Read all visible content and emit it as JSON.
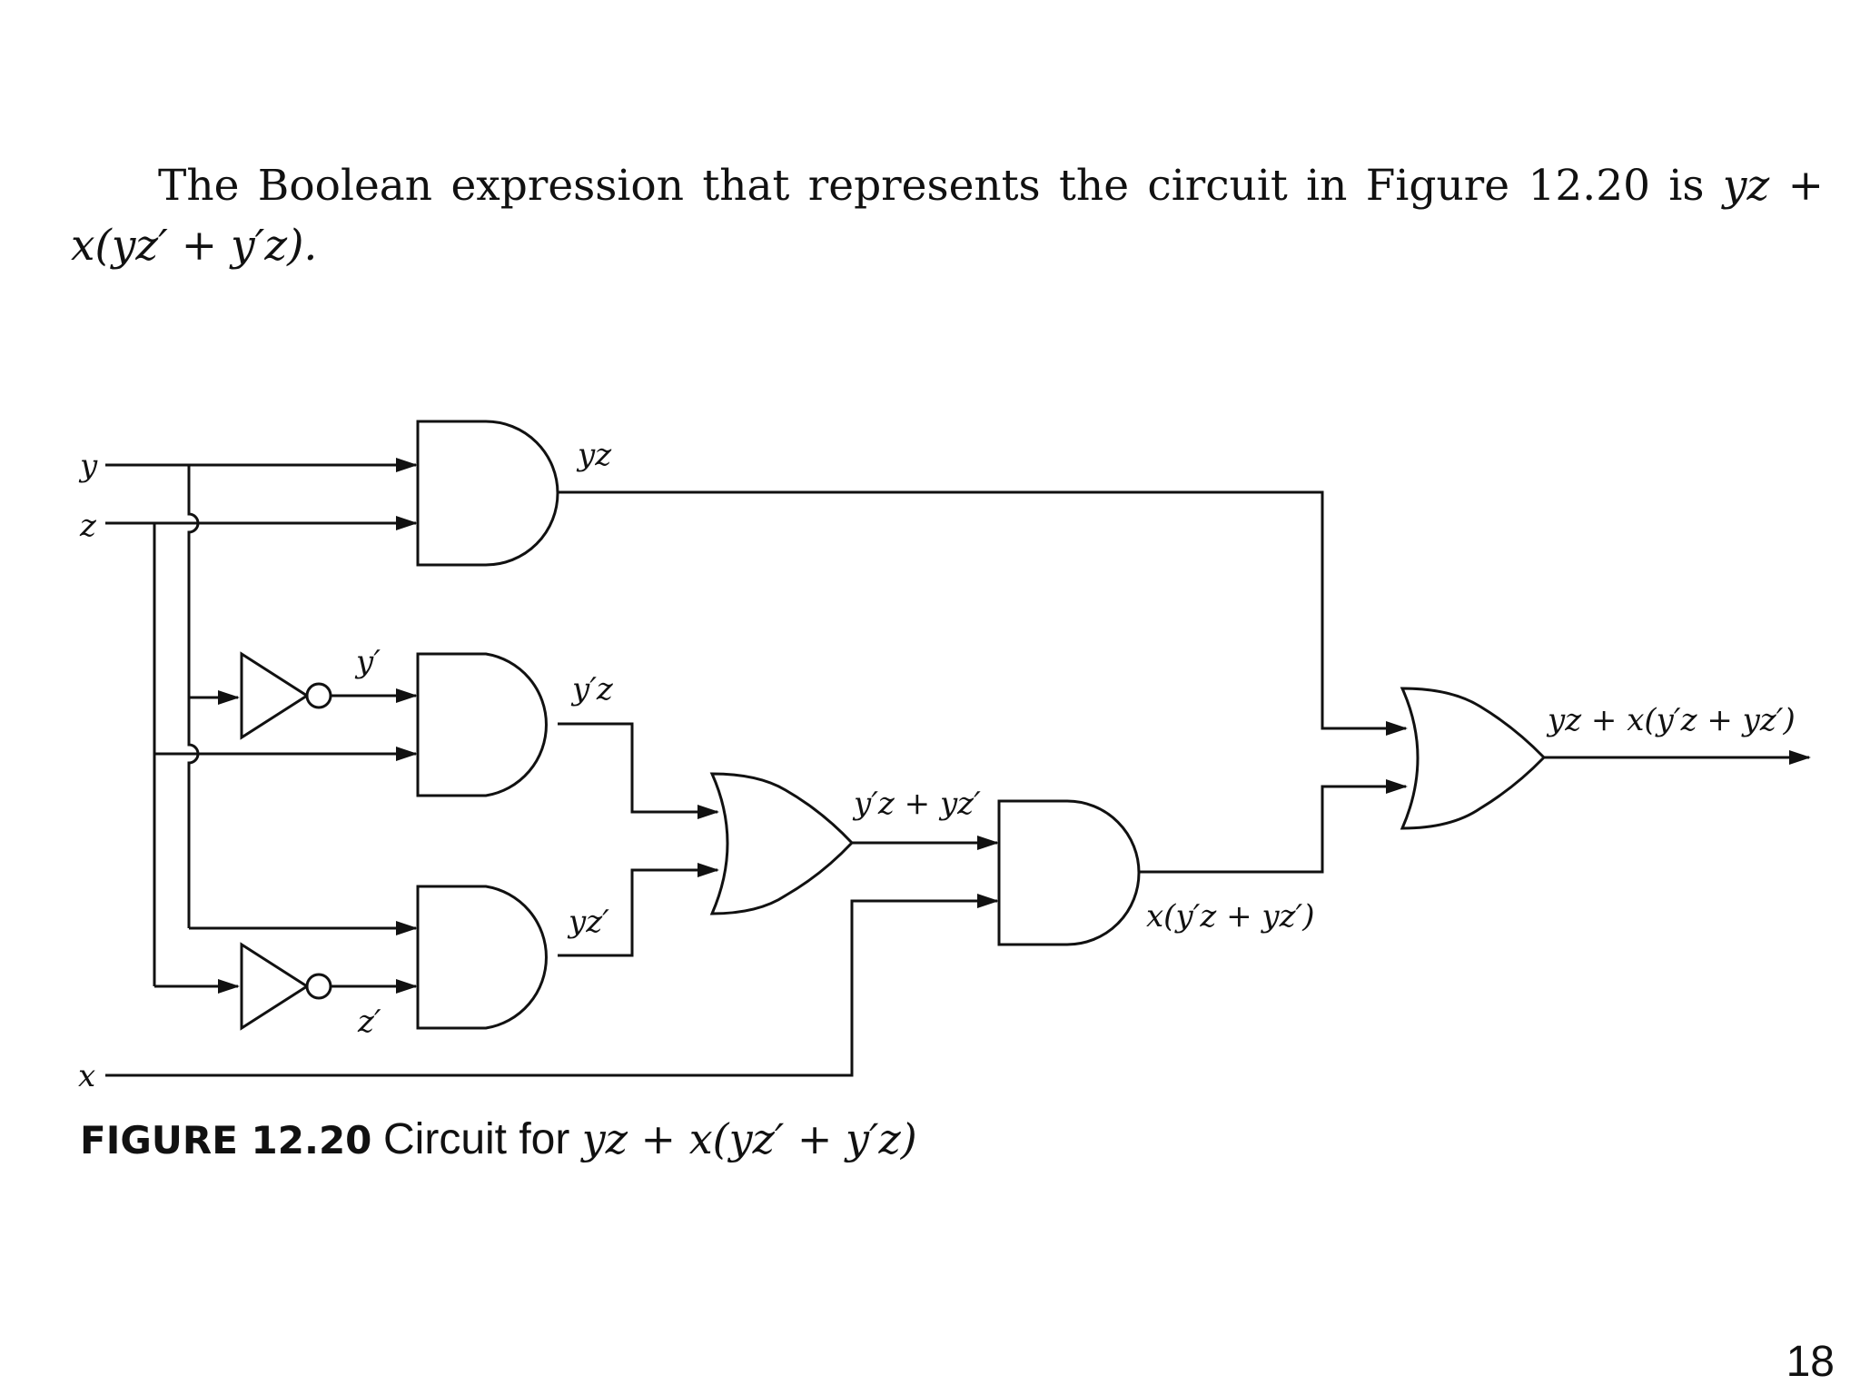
{
  "paragraph": {
    "line1_prefix": "The Boolean expression that represents the circuit in Figure 12.20 is ",
    "line1_expr": "yz +",
    "line2_expr": "x(yz′ + y′z)."
  },
  "diagram": {
    "inputs": {
      "y": "y",
      "z": "z",
      "x": "x"
    },
    "labels": {
      "and1_out": "yz",
      "not1_out": "y′",
      "and2_out": "y′z",
      "and3_out": "yz′",
      "not2_out": "z′",
      "or1_out": "y′z + yz′",
      "and4_out": "x(y′z + yz′)",
      "or2_out": "yz + x(y′z + yz′)"
    }
  },
  "caption": {
    "figure_number": "FIGURE 12.20",
    "text": "Circuit for ",
    "expr": "yz + x(yz′ + y′z)"
  },
  "page_number": "18"
}
